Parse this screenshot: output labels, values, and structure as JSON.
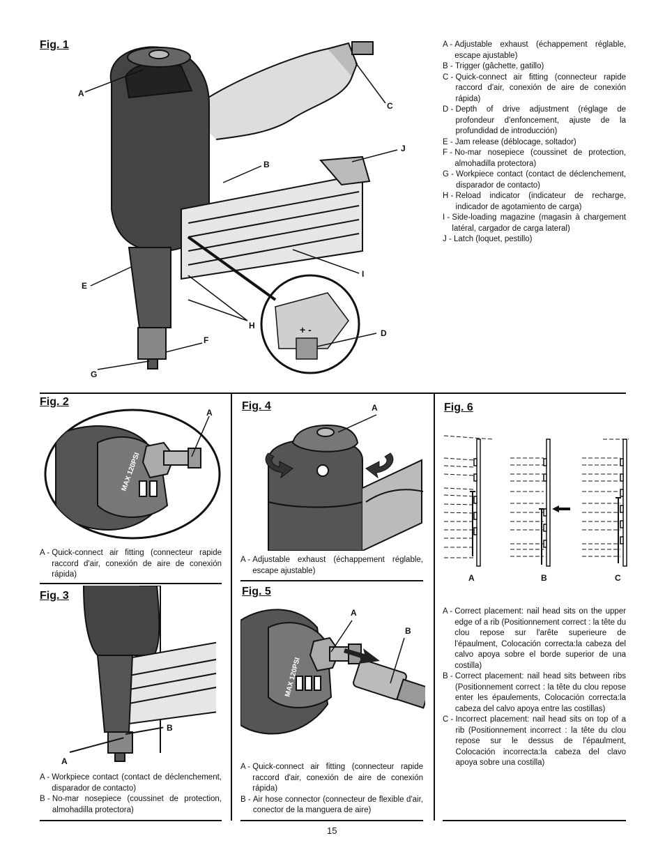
{
  "fig1": {
    "title": "Fig. 1",
    "callouts": [
      "A",
      "B",
      "C",
      "D",
      "E",
      "F",
      "G",
      "H",
      "I",
      "J"
    ],
    "legend": [
      {
        "key": "A - ",
        "text": "Adjustable exhaust (échappement réglable, escape ajustable)"
      },
      {
        "key": "B - ",
        "text": "Trigger (gâchette, gatillo)"
      },
      {
        "key": "C - ",
        "text": "Quick-connect air fitting (connecteur rapide raccord d'air, conexión de aire de conexión rápida)"
      },
      {
        "key": "D - ",
        "text": "Depth of drive adjustment (réglage de profondeur d'enfoncement, ajuste de la profundidad de introducción)"
      },
      {
        "key": "E - ",
        "text": "Jam release (déblocage, soltador)"
      },
      {
        "key": "F - ",
        "text": "No-mar nosepiece (coussinet de protection, almohadilla protectora)"
      },
      {
        "key": "G - ",
        "text": "Workpiece contact (contact de déclenchement, disparador de contacto)"
      },
      {
        "key": "H - ",
        "text": "Reload indicator (indicateur de recharge, indicador de agotamiento de carga)"
      },
      {
        "key": "I - ",
        "text": "Side-loading magazine (magasin à chargement latéral, cargador de carga lateral)"
      },
      {
        "key": "J - ",
        "text": "Latch (loquet, pestillo)"
      }
    ]
  },
  "fig2": {
    "title": "Fig. 2",
    "callout": "A",
    "legend": [
      {
        "key": "A - ",
        "text": "Quick-connect air fitting (connecteur rapide raccord d'air, conexión de aire de conexión rápida)"
      }
    ]
  },
  "fig3": {
    "title": "Fig. 3",
    "callouts": [
      "A",
      "B"
    ],
    "legend": [
      {
        "key": "A - ",
        "text": "Workpiece contact (contact de déclenchement, disparador de contacto)"
      },
      {
        "key": "B - ",
        "text": "No-mar nosepiece (coussinet de protection, almohadilla protectora)"
      }
    ]
  },
  "fig4": {
    "title": "Fig. 4",
    "callout": "A",
    "legend": [
      {
        "key": "A - ",
        "text": "Adjustable exhaust (échappement réglable, escape ajustable)"
      }
    ]
  },
  "fig5": {
    "title": "Fig. 5",
    "callouts": [
      "A",
      "B"
    ],
    "legend": [
      {
        "key": "A - ",
        "text": "Quick-connect air fitting (connecteur rapide raccord d'air, conexión de aire de conexión rápida)"
      },
      {
        "key": "B - ",
        "text": "Air hose connector (connecteur de flexible d'air, conector de la manguera de aire)"
      }
    ]
  },
  "fig6": {
    "title": "Fig. 6",
    "callouts": [
      "A",
      "B",
      "C"
    ],
    "legend": [
      {
        "key": "A - ",
        "text": "Correct placement: nail head sits on the upper edge of a rib (Positionnement correct : la tête du clou repose sur l'arête superieure de l'épaulment, Colocación correcta:la cabeza del calvo apoya sobre el borde superior de una costilla)"
      },
      {
        "key": "B - ",
        "text": "Correct placement: nail head sits between ribs (Positionnement correct : la tête du clou repose enter les épaulements, Colocación correcta:la cabeza del calvo apoya entre las costillas)"
      },
      {
        "key": "C - ",
        "text": "Incorrect placement: nail head sits on top of a rib (Positionnement incorrect : la tête du clou repose sur le dessus de l'épaulment, Colocación incorrecta:la cabeza del clavo apoya sobre una costilla)"
      }
    ]
  },
  "page_number": "15"
}
